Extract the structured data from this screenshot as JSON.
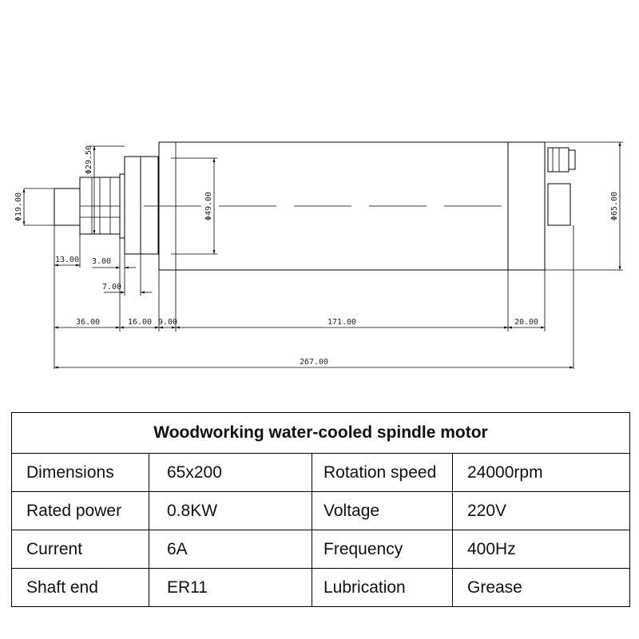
{
  "drawing": {
    "dimensions": {
      "d_19": "Φ19.00",
      "d_29_5": "Φ29.50",
      "d_49": "Φ49.00",
      "d_65": "Φ65.00",
      "l_13": "13.00",
      "l_3": "3.00",
      "l_7": "7.00",
      "l_36": "36.00",
      "l_16": "16.00",
      "l_9": "9.00",
      "l_171": "171.00",
      "l_20": "20.00",
      "l_267": "267.00"
    }
  },
  "table": {
    "title": "Woodworking water-cooled spindle motor",
    "rows": [
      {
        "label1": "Dimensions",
        "value1": "65x200",
        "label2": "Rotation speed",
        "value2": "24000rpm"
      },
      {
        "label1": "Rated power",
        "value1": "0.8KW",
        "label2": "Voltage",
        "value2": "220V"
      },
      {
        "label1": "Current",
        "value1": "6A",
        "label2": "Frequency",
        "value2": "400Hz"
      },
      {
        "label1": "Shaft end",
        "value1": "ER11",
        "label2": "Lubrication",
        "value2": "Grease"
      }
    ]
  }
}
